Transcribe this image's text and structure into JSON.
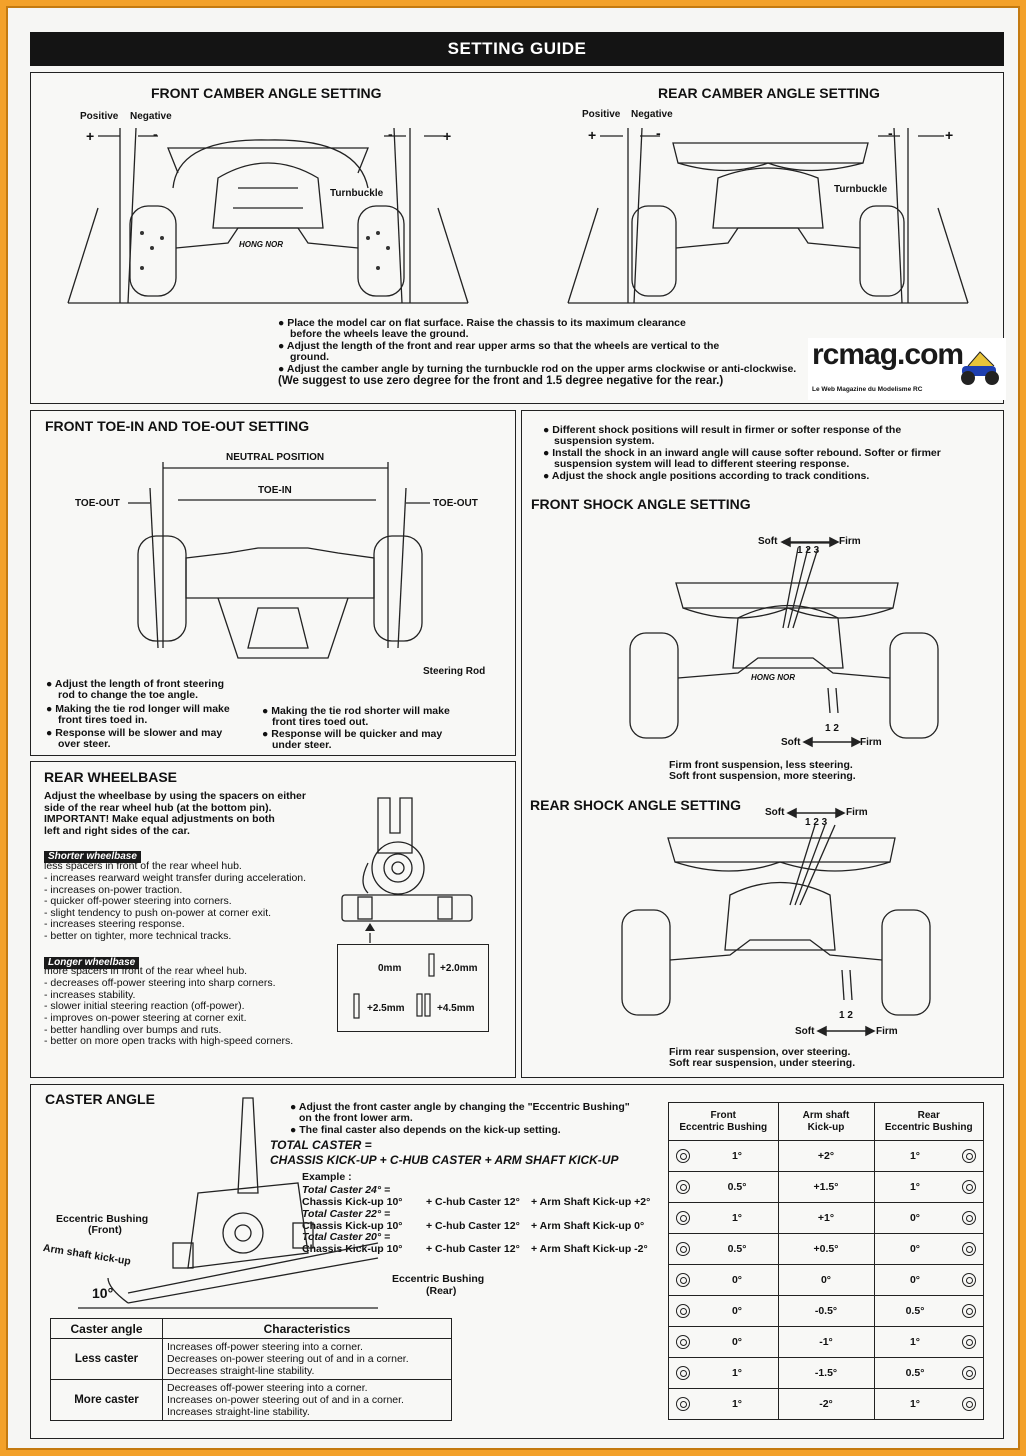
{
  "title": "SETTING GUIDE",
  "camber": {
    "front_title": "FRONT CAMBER ANGLE SETTING",
    "rear_title": "REAR CAMBER ANGLE SETTING",
    "positive": "Positive",
    "negative": "Negative",
    "plus": "+",
    "minus": "-",
    "turnbuckle": "Turnbuckle",
    "bullets": [
      "Place the model car on flat surface. Raise the chassis to its maximum clearance",
      "before the wheels leave the ground.",
      "Adjust the length of the front and rear upper arms so that the wheels are vertical to the",
      "ground.",
      "Adjust the camber angle by turning the turnbuckle rod on the upper arms clockwise or anti-clockwise."
    ],
    "suggest": "(We suggest to use zero degree for the front and 1.5 degree negative for the rear.)"
  },
  "logo": {
    "main": "rcmag.com",
    "sub": "Le Web Magazine du Modelisme RC"
  },
  "toe": {
    "title": "FRONT TOE-IN AND TOE-OUT SETTING",
    "neutral": "NEUTRAL POSITION",
    "toe_in": "TOE-IN",
    "toe_out": "TOE-OUT",
    "steering_rod": "Steering Rod",
    "b1": "Adjust  the  length of front steering",
    "b1b": "rod to change the toe angle.",
    "b2": "Making the tie rod longer will make",
    "b2b": "front tires toed in.",
    "b3": "Response will be slower and may",
    "b3b": "over steer.",
    "b4": "Making the tie rod shorter will make",
    "b4b": "front tires toed out.",
    "b5": "Response will be quicker and may",
    "b5b": "under steer."
  },
  "shock": {
    "b1": "Different shock positions will result in firmer or softer response of the",
    "b1b": "suspension system.",
    "b2": "Install the shock in an inward angle will cause softer rebound. Softer or firmer",
    "b2b": "suspension system will lead to different steering response.",
    "b3": "Adjust the shock angle positions according to track conditions.",
    "front_title": "FRONT SHOCK ANGLE SETTING",
    "rear_title": "REAR SHOCK ANGLE SETTING",
    "soft": "Soft",
    "firm": "Firm",
    "top_nums": "1 2 3",
    "bottom_nums": "1 2",
    "front_note1": "Firm front suspension, less steering.",
    "front_note2": "Soft front suspension, more steering.",
    "rear_note1": "Firm rear suspension, over steering.",
    "rear_note2": "Soft rear suspension, under steering.",
    "brand": "HONG NOR"
  },
  "wheelbase": {
    "title": "REAR WHEELBASE",
    "intro": [
      "Adjust the wheelbase by using the spacers on either",
      "side of the rear wheel hub (at the bottom pin).",
      "IMPORTANT! Make equal adjustments on both",
      "left and right sides of the car."
    ],
    "short_tag": "Shorter wheelbase",
    "short_items": [
      "less spacers in front of the rear wheel hub.",
      "- increases rearward weight transfer during acceleration.",
      "- increases on-power traction.",
      "- quicker off-power steering into corners.",
      "- slight tendency to push on-power at corner exit.",
      "- increases steering response.",
      "- better on tighter, more technical tracks."
    ],
    "long_tag": "Longer wheelbase",
    "long_items": [
      "more spacers in front of the rear wheel hub.",
      "- decreases off-power steering into sharp corners.",
      "- increases stability.",
      "- slower initial steering reaction (off-power).",
      "- improves on-power steering at corner exit.",
      "- better handling over bumps and ruts.",
      "- better on more open tracks with high-speed corners."
    ],
    "s0": "0mm",
    "s1": "+2.0mm",
    "s2": "+2.5mm",
    "s3": "+4.5mm"
  },
  "caster": {
    "title": "CASTER ANGLE",
    "b1": "Adjust the front caster angle by changing the \"Eccentric Bushing\"",
    "b1b": "on the front lower arm.",
    "b2": "The final caster also depends on the kick-up setting.",
    "formula1": "TOTAL CASTER =",
    "formula2": "CHASSIS KICK-UP + C-HUB CASTER  +  ARM SHAFT KICK-UP",
    "example": "Example :",
    "ex": [
      {
        "total": "Total Caster 24°  =",
        "kick": "Chassis Kick-up 10°",
        "chub": "+ C-hub Caster 12°",
        "arm": "+  Arm Shaft Kick-up +2°"
      },
      {
        "total": "Total Caster 22°  =",
        "kick": "Chassis Kick-up 10°",
        "chub": "+ C-hub Caster 12°",
        "arm": "+  Arm Shaft Kick-up  0°"
      },
      {
        "total": "Total Caster 20°  =",
        "kick": "Chassis Kick-up 10°",
        "chub": "+ C-hub Caster 12°",
        "arm": "+  Arm Shaft Kick-up  -2°"
      }
    ],
    "eb_front": "Eccentric Bushing",
    "eb_front2": "(Front)",
    "arm_kick": "Arm shaft kick-up",
    "eb_rear": "Eccentric Bushing",
    "eb_rear2": "(Rear)",
    "angle": "10°",
    "char_head1": "Caster angle",
    "char_head2": "Characteristics",
    "less": "Less caster",
    "less_lines": [
      "Increases off-power steering into a corner.",
      "Decreases on-power steering out of and in a corner.",
      "Decreases straight-line stability."
    ],
    "more": "More caster",
    "more_lines": [
      "Decreases off-power steering into a corner.",
      "Increases on-power steering out of and in a corner.",
      "Increases straight-line stability."
    ],
    "table_head": {
      "front1": "Front",
      "front2": "Eccentric Bushing",
      "arm1": "Arm shaft",
      "arm2": "Kick-up",
      "rear1": "Rear",
      "rear2": "Eccentric Bushing"
    },
    "rows": [
      {
        "front": "1°",
        "arm": "+2°",
        "rear": "1°"
      },
      {
        "front": "0.5°",
        "arm": "+1.5°",
        "rear": "1°"
      },
      {
        "front": "1°",
        "arm": "+1°",
        "rear": "0°"
      },
      {
        "front": "0.5°",
        "arm": "+0.5°",
        "rear": "0°"
      },
      {
        "front": "0°",
        "arm": "0°",
        "rear": "0°"
      },
      {
        "front": "0°",
        "arm": "-0.5°",
        "rear": "0.5°"
      },
      {
        "front": "0°",
        "arm": "-1°",
        "rear": "1°"
      },
      {
        "front": "1°",
        "arm": "-1.5°",
        "rear": "0.5°"
      },
      {
        "front": "1°",
        "arm": "-2°",
        "rear": "1°"
      }
    ]
  }
}
